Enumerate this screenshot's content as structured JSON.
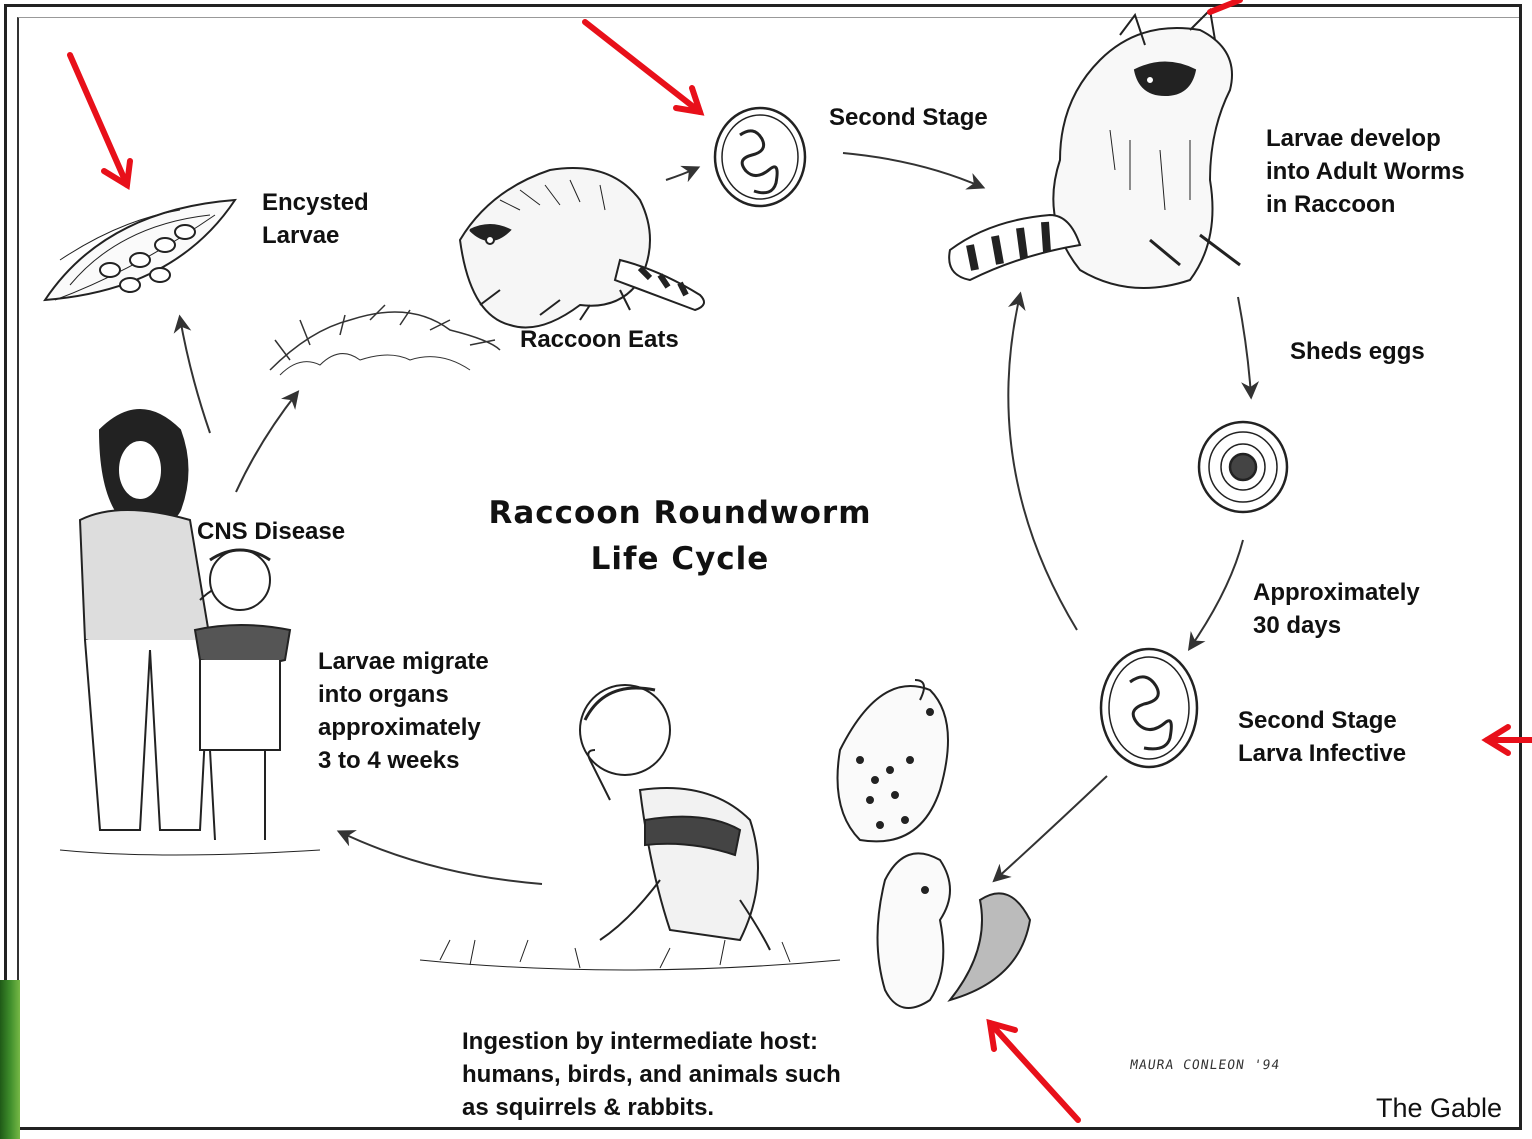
{
  "diagram": {
    "title": "Raccoon Roundworm\nLife Cycle",
    "stages": {
      "second_stage_top": "Second Stage",
      "adult_worms": "Larvae develop\ninto Adult Worms\nin Raccoon",
      "sheds_eggs": "Sheds eggs",
      "approx_days": "Approximately\n30 days",
      "larva_infective": "Second Stage\nLarva Infective",
      "ingestion": "Ingestion by intermediate host:\nhumans, birds, and animals such\nas squirrels & rabbits.",
      "larvae_migrate": "Larvae migrate\ninto organs\napproximately\n3 to 4 weeks",
      "cns_disease": "CNS Disease",
      "encysted": "Encysted\nLarvae",
      "raccoon_eats": "Raccoon Eats"
    },
    "artist_signature": "MAURA CONLEON '94",
    "credit": "The Gable"
  },
  "colors": {
    "highlight_arrow": "#e8101a",
    "line": "#333333",
    "frame_green": "#3e8d2b"
  }
}
